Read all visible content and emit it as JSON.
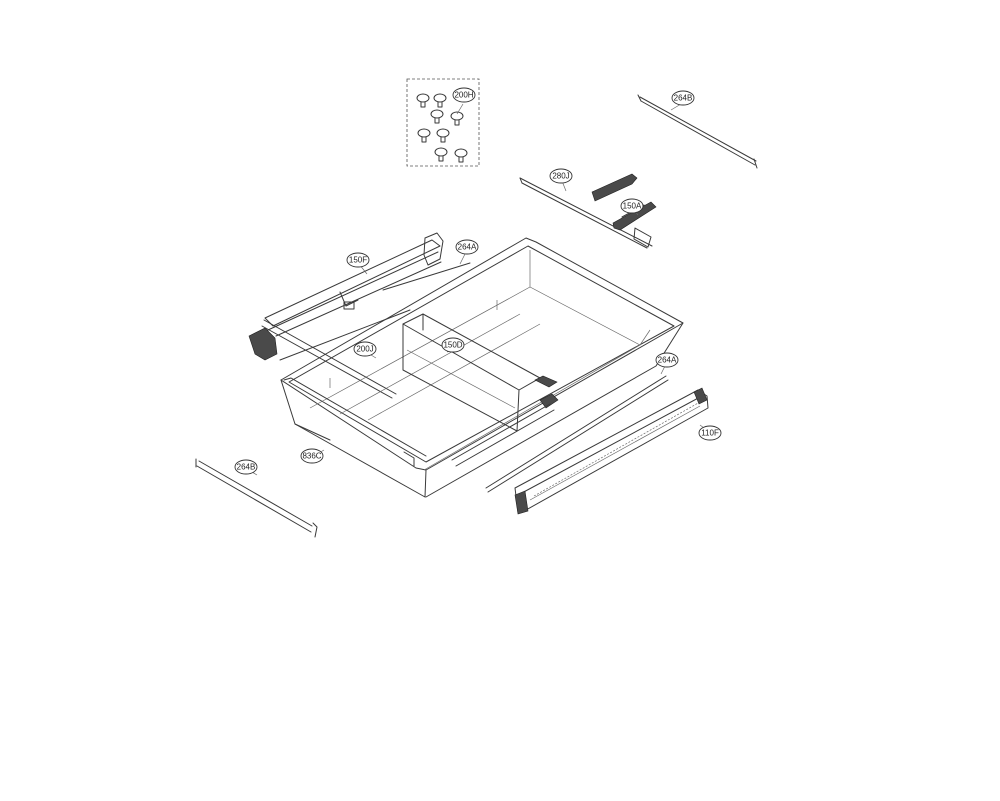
{
  "callouts": [
    {
      "id": "c200h",
      "label": "200H"
    },
    {
      "id": "c264b_top",
      "label": "264B"
    },
    {
      "id": "c280j",
      "label": "280J"
    },
    {
      "id": "c150a",
      "label": "150A"
    },
    {
      "id": "c150f",
      "label": "150F"
    },
    {
      "id": "c264a_top",
      "label": "264A"
    },
    {
      "id": "c150d",
      "label": "150D"
    },
    {
      "id": "c200j",
      "label": "200J"
    },
    {
      "id": "c264a_right",
      "label": "264A"
    },
    {
      "id": "c110f",
      "label": "110F"
    },
    {
      "id": "c836c",
      "label": "836C"
    },
    {
      "id": "c264b_left",
      "label": "264B"
    }
  ]
}
